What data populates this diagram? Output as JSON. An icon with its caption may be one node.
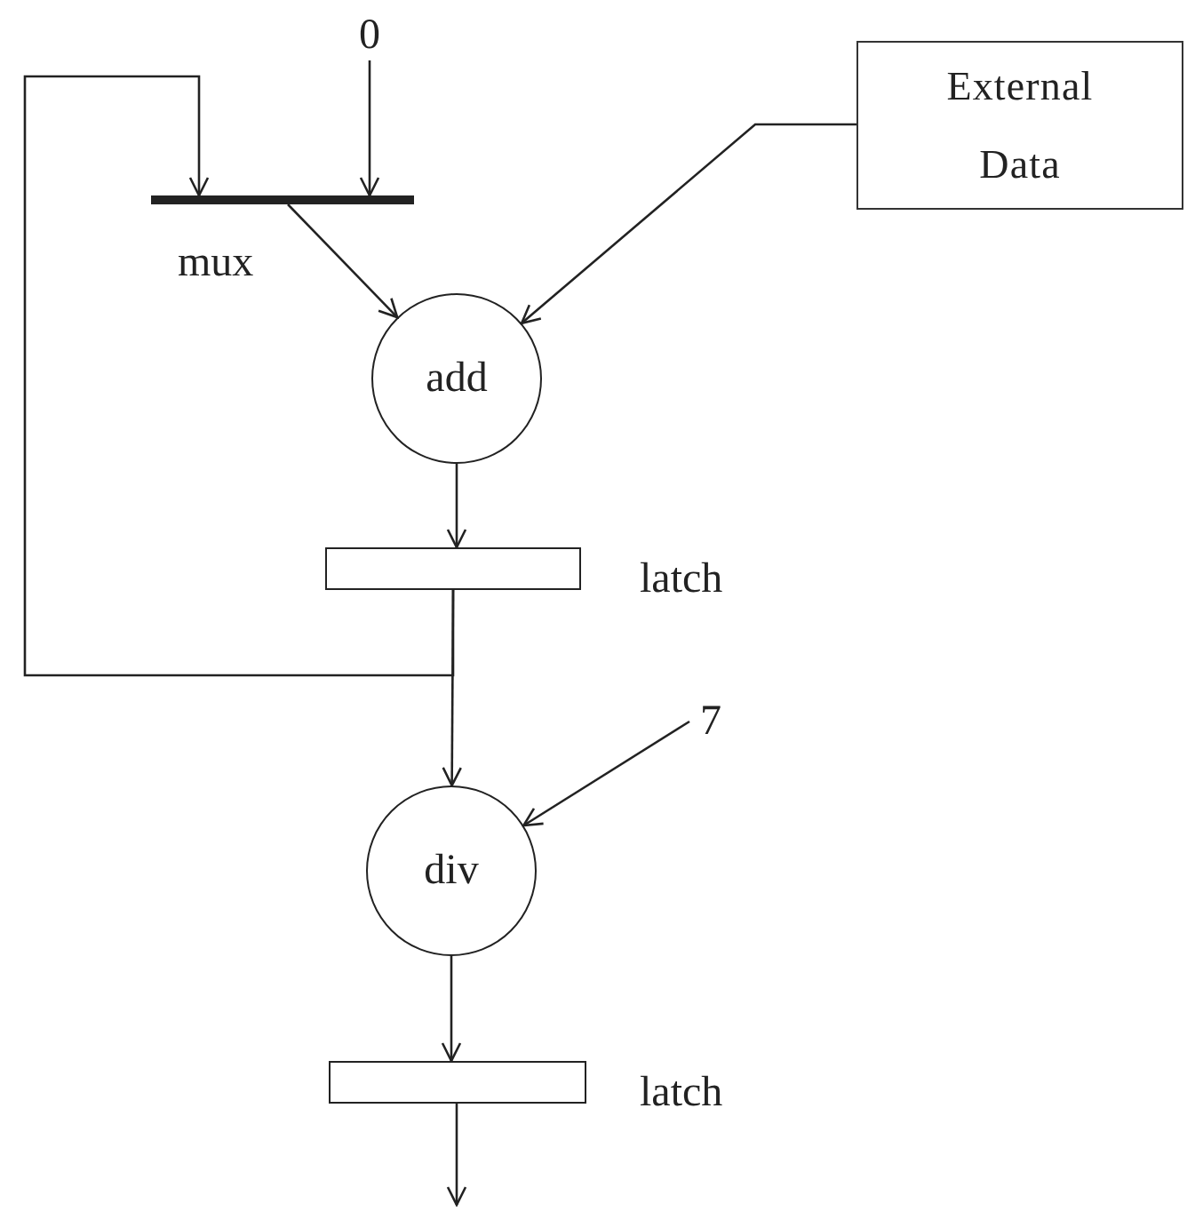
{
  "diagram": {
    "nodes": [
      {
        "text": [
          "0"
        ]
      },
      {
        "text": [],
        "shape": "bar",
        "beside": [
          "mux"
        ]
      },
      {
        "text": [
          "External Data"
        ]
      },
      {
        "text": [
          "add"
        ]
      },
      {
        "text": [],
        "shape": "box",
        "beside": [
          "latch"
        ]
      },
      {
        "text": [
          "7"
        ]
      },
      {
        "text": [
          "div"
        ]
      },
      {
        "text": [],
        "shape": "box",
        "beside": [
          "latch"
        ]
      }
    ],
    "edges": [
      {
        "from": 0,
        "to": 1,
        "arrow": "to"
      },
      {
        "from": 4,
        "to": 1,
        "arrow": "to"
      },
      {
        "from": 1,
        "to": 3,
        "arrow": "to"
      },
      {
        "from": 2,
        "to": 3,
        "arrow": "to"
      },
      {
        "from": 3,
        "to": 4,
        "arrow": "to"
      },
      {
        "from": 4,
        "to": 6,
        "arrow": "to"
      },
      {
        "from": 5,
        "to": 6,
        "arrow": "to"
      },
      {
        "from": 6,
        "to": 7,
        "arrow": "to"
      },
      {
        "from": 7,
        "to": null,
        "arrow": "to"
      }
    ]
  }
}
